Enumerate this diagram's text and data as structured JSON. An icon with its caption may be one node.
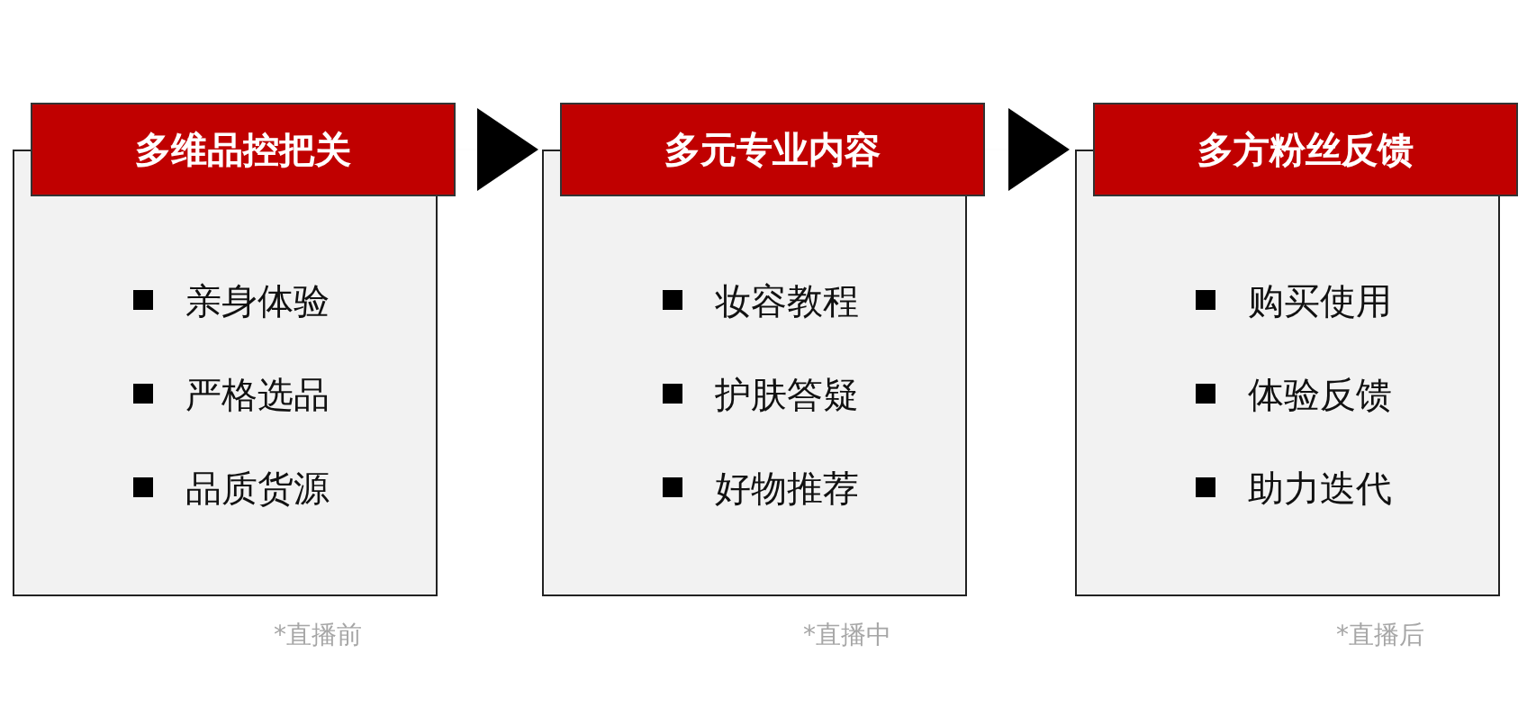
{
  "diagram": {
    "nodes": [
      {
        "text": [
          "多维品控把关"
        ]
      },
      {
        "text": [
          "亲身体验",
          "严格选品",
          "品质货源"
        ],
        "beside": [
          "*直播前"
        ]
      },
      {
        "text": [
          "多元专业内容"
        ]
      },
      {
        "text": [
          "妆容教程",
          "护肤答疑",
          "好物推荐"
        ],
        "beside": [
          "*直播中"
        ]
      },
      {
        "text": [
          "多方粉丝反馈"
        ]
      },
      {
        "text": [
          "购买使用",
          "体验反馈",
          "助力迭代"
        ],
        "beside": [
          "*直播后"
        ]
      }
    ],
    "edges": [
      {
        "from": 0,
        "to": 2,
        "arrow": "to"
      },
      {
        "from": 2,
        "to": 4,
        "arrow": "to"
      }
    ]
  }
}
